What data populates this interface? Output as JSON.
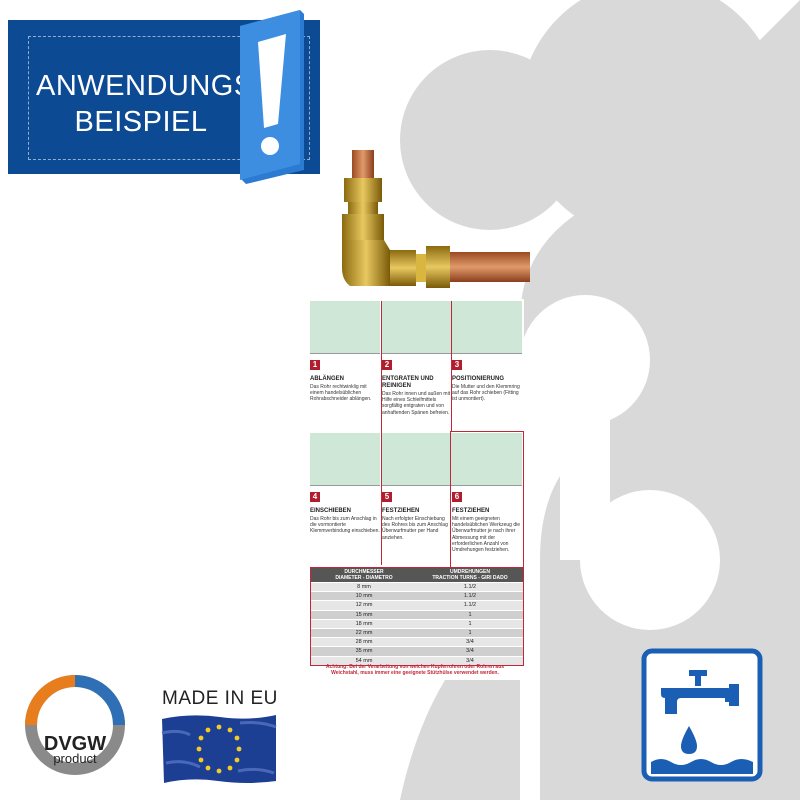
{
  "banner": {
    "line1": "ANWENDUNGS-",
    "line2": "BEISPIEL",
    "exclaim_mark": "!"
  },
  "card": {
    "steps": [
      {
        "num": "1",
        "title": "ABLÄNGEN",
        "desc": "Das Rohr rechtwinklig mit einem handelsüblichen Rohrabschneider ablängen."
      },
      {
        "num": "2",
        "title": "ENTGRATEN UND REINIGEN",
        "desc": "Das Rohr innen und außen mit Hilfe eines Schleifmittels sorgfältig entgraten und von anhaftenden Spänen befreien."
      },
      {
        "num": "3",
        "title": "POSITIONIERUNG",
        "desc": "Die Mutter und den Klemmring auf das Rohr schieben (Fitting ist unmontiert)."
      },
      {
        "num": "4",
        "title": "EINSCHIEBEN",
        "desc": "Das Rohr bis zum Anschlag in die vormontierte Klemmverbindung einschieben."
      },
      {
        "num": "5",
        "title": "FESTZIEHEN",
        "desc": "Nach erfolgter Einschiebung des Rohres bis zum Anschlag Überwurfmutter per Hand anziehen."
      },
      {
        "num": "6",
        "title": "FESTZIEHEN",
        "desc": "Mit einem geeigneten handelsüblichen Werkzeug die Überwurfmutter je nach ihrer Abmessung mit der erforderlichen Anzahl von Umdrehungen festziehen."
      }
    ],
    "table": {
      "col1_header_1": "DURCHMESSER",
      "col1_header_2": "DIAMETER - DIAMETRO",
      "col2_header_1": "UMDREHUNGEN",
      "col2_header_2": "TRACTION TURNS - GIRI DADO",
      "rows": [
        {
          "d": "8 mm",
          "t": "1.1/2"
        },
        {
          "d": "10 mm",
          "t": "1.1/2"
        },
        {
          "d": "12 mm",
          "t": "1.1/2"
        },
        {
          "d": "15 mm",
          "t": "1"
        },
        {
          "d": "18 mm",
          "t": "1"
        },
        {
          "d": "22 mm",
          "t": "1"
        },
        {
          "d": "28 mm",
          "t": "3/4"
        },
        {
          "d": "35 mm",
          "t": "3/4"
        },
        {
          "d": "54 mm",
          "t": "3/4"
        }
      ]
    },
    "warning_1": "Achtung: Bei der Verarbeitung von weichen Kupferrohren oder Rohren aus",
    "warning_2": "Weichstahl, muss immer eine geeignete Stützhülse verwendet werden."
  },
  "dvgw": {
    "label": "DVGW",
    "sub": "product"
  },
  "made_in_eu": {
    "label": "MADE IN EU"
  },
  "icons": {
    "water": "water-tap-icon",
    "dvgw": "dvgw-badge-icon",
    "eu": "eu-flag-icon"
  },
  "colors": {
    "banner_blue": "#0d4a94",
    "exclaim_blue": "#3d8ee0",
    "accent_red": "#c0283a",
    "icon_blue": "#1a5fb4",
    "decor_gray": "#d9d9d9"
  }
}
